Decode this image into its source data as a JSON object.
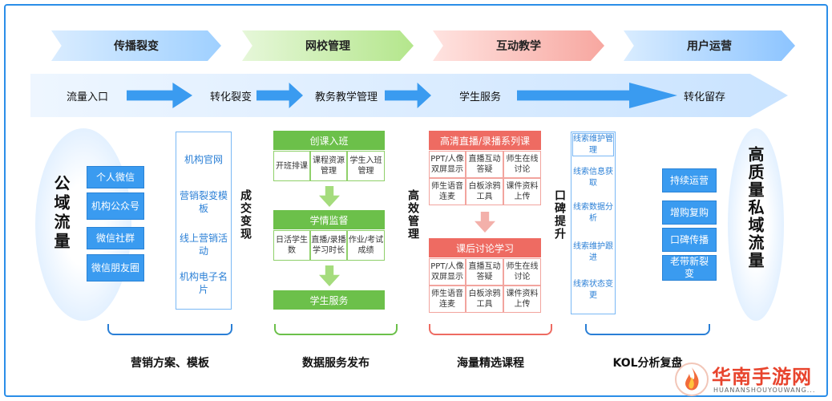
{
  "stages": [
    {
      "label": "传播裂变"
    },
    {
      "label": "网校管理"
    },
    {
      "label": "互动教学"
    },
    {
      "label": "用户运营"
    }
  ],
  "flow": [
    "流量入口",
    "转化裂变",
    "教务教学管理",
    "学生服务",
    "转化留存"
  ],
  "left_ellipse": {
    "label": "公域流量"
  },
  "right_ellipse": {
    "label": "高质量私域流量"
  },
  "channels": [
    "个人微信",
    "机构公众号",
    "微信社群",
    "微信朋友圈"
  ],
  "tools": [
    "机构官网",
    "营销裂变模板",
    "线上营销活动",
    "机构电子名片"
  ],
  "convert_label": "成交变现",
  "manage_label": "高效管理",
  "reputation_label": "口碑提升",
  "green_sections": [
    {
      "title": "创课入班",
      "cells": [
        "开班排课",
        "课程资源管理",
        "学生入班管理"
      ]
    },
    {
      "title": "学情监督",
      "cells": [
        "日活学生数",
        "直播/录播学习时长",
        "作业/考试成绩"
      ]
    },
    {
      "title": "学生服务",
      "cells": []
    }
  ],
  "red_sections": [
    {
      "title": "高清直播/录播系列课",
      "cells": [
        "PPT/人像双屏显示",
        "直播互动答疑",
        "师生在线讨论",
        "师生语音连麦",
        "白板涂鸦工具",
        "课件资料上传"
      ]
    },
    {
      "title": "课后讨论学习",
      "cells": [
        "PPT/人像双屏显示",
        "直播互动答疑",
        "师生在线讨论",
        "师生语音连麦",
        "白板涂鸦工具",
        "课件资料上传"
      ]
    }
  ],
  "lead_items": [
    "线索维护管理",
    "线索信息获取",
    "线索数据分析",
    "线索维护跟进",
    "线索状态变更"
  ],
  "retention": [
    "持续运营",
    "增购复购",
    "口碑传播",
    "老带新裂变"
  ],
  "bottom_labels": [
    "营销方案、模板",
    "数据服务发布",
    "海量精选课程",
    "KOL分析复盘"
  ],
  "watermark": {
    "title": "华南手游网",
    "subtitle": "HUANANSHOUYOUWANG..."
  },
  "colors": {
    "blue": "#3a9bf0",
    "green": "#6cc04a",
    "red": "#ee6b62",
    "frame": "#2b8ee8"
  }
}
